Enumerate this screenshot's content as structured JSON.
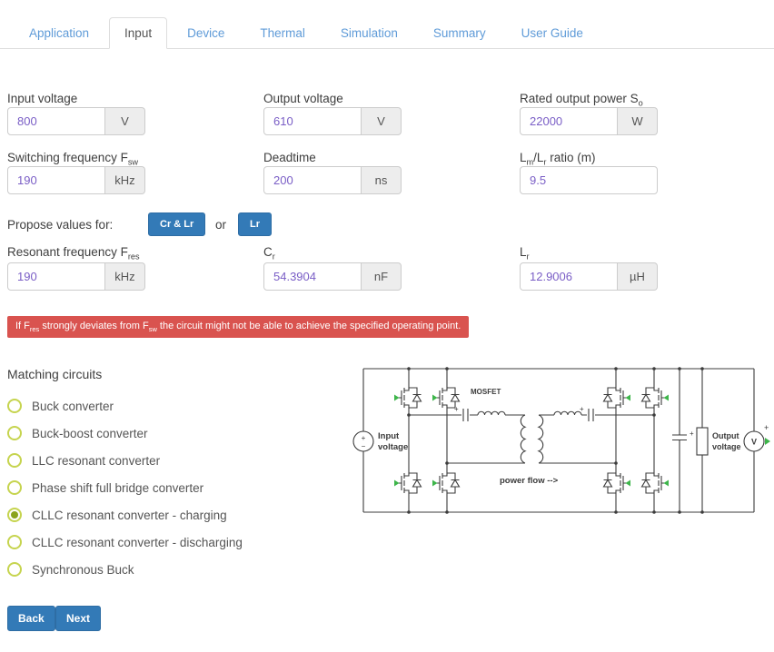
{
  "tabs": {
    "items": [
      {
        "label": "Application",
        "active": false
      },
      {
        "label": "Input",
        "active": true
      },
      {
        "label": "Device",
        "active": false
      },
      {
        "label": "Thermal",
        "active": false
      },
      {
        "label": "Simulation",
        "active": false
      },
      {
        "label": "Summary",
        "active": false
      },
      {
        "label": "User Guide",
        "active": false
      }
    ]
  },
  "fields": {
    "input_voltage": {
      "label": "Input voltage",
      "value": "800",
      "unit": "V"
    },
    "output_voltage": {
      "label": "Output voltage",
      "value": "610",
      "unit": "V"
    },
    "rated_power": {
      "label": "Rated output power S",
      "label_sub": "o",
      "value": "22000",
      "unit": "W"
    },
    "switching_freq": {
      "label": "Switching frequency F",
      "label_sub": "sw",
      "value": "190",
      "unit": "kHz"
    },
    "deadtime": {
      "label": "Deadtime",
      "value": "200",
      "unit": "ns"
    },
    "lm_lr_ratio": {
      "p1": "L",
      "s1": "m",
      "p2": "/L",
      "s2": "r",
      "p3": " ratio (m)",
      "value": "9.5"
    },
    "resonant_freq": {
      "label": "Resonant frequency F",
      "label_sub": "res",
      "value": "190",
      "unit": "kHz"
    },
    "cr": {
      "label": "C",
      "label_sub": "r",
      "value": "54.3904",
      "unit": "nF"
    },
    "lr": {
      "label": "L",
      "label_sub": "r",
      "value": "12.9006",
      "unit": "µH"
    }
  },
  "propose": {
    "label": "Propose values for:",
    "button1": "Cr & Lr",
    "or": "or",
    "button2": "Lr"
  },
  "warning": {
    "p1": "If F",
    "s1": "res",
    "p2": " strongly deviates from F",
    "s2": "sw",
    "p3": " the circuit might not be able to achieve the specified operating point."
  },
  "matching": {
    "title": "Matching circuits",
    "options": [
      {
        "label": "Buck converter",
        "selected": false
      },
      {
        "label": "Buck-boost converter",
        "selected": false
      },
      {
        "label": "LLC resonant converter",
        "selected": false
      },
      {
        "label": "Phase shift full bridge converter",
        "selected": false
      },
      {
        "label": "CLLC resonant converter - charging",
        "selected": true
      },
      {
        "label": "CLLC resonant converter - discharging",
        "selected": false
      },
      {
        "label": "Synchronous Buck",
        "selected": false
      }
    ]
  },
  "diagram": {
    "mosfet": "MOSFET",
    "power_flow": "power flow -->",
    "input_line1": "Input",
    "input_line2": "voltage",
    "output_line1": "Output",
    "output_line2": "voltage",
    "meter": "V",
    "plus": "+",
    "minus": "−"
  },
  "footer": {
    "back": "Back",
    "next": "Next"
  },
  "colors": {
    "accent_blue": "#337ab7",
    "tab_link_blue": "#5f9bd8",
    "value_purple": "#7a5ec6",
    "warning_red": "#d9534f",
    "radio_ring_green": "#c6d44f",
    "radio_dot_green": "#8aa31d",
    "gate_arrow_green": "#3db54a",
    "schematic_line": "#3c3c3c"
  }
}
